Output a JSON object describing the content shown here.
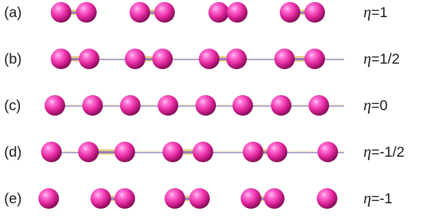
{
  "colors": {
    "atom_highlight": "#ff9ae6",
    "atom_mid": "#e0259c",
    "atom_shadow": "#8a0c5a",
    "bond_gold": "#e8c878",
    "bond_lavender": "#8c7bc0",
    "chain_line": "#8e80c0",
    "text": "#1a1a1a"
  },
  "rows": [
    {
      "id": "a",
      "tag": "(a)",
      "eta_symbol": "η",
      "eta_value": "=1",
      "chain_line": false,
      "atom_positions": [
        89,
        126,
        204,
        240,
        319,
        346,
        423,
        459
      ],
      "bonds": [
        [
          0,
          1
        ],
        [
          2,
          3
        ],
        [
          4,
          5
        ],
        [
          6,
          7
        ]
      ]
    },
    {
      "id": "b",
      "tag": "(b)",
      "eta_symbol": "η",
      "eta_value": "=1/2",
      "chain_line": true,
      "atom_positions": [
        89,
        130,
        197,
        237,
        305,
        345,
        415,
        459
      ],
      "bonds": [
        [
          0,
          1
        ],
        [
          2,
          3
        ],
        [
          4,
          5
        ],
        [
          6,
          7
        ]
      ]
    },
    {
      "id": "c",
      "tag": "(c)",
      "eta_symbol": "η",
      "eta_value": "=0",
      "chain_line": true,
      "atom_positions": [
        80,
        135,
        190,
        245,
        300,
        354,
        410,
        465
      ],
      "bonds": []
    },
    {
      "id": "d",
      "tag": "(d)",
      "eta_symbol": "η",
      "eta_value": "=-1/2",
      "chain_line": true,
      "atom_positions": [
        75,
        129,
        182,
        252,
        296,
        369,
        404,
        478
      ],
      "bonds": [
        [
          1,
          2
        ],
        [
          3,
          4
        ],
        [
          5,
          6
        ]
      ]
    },
    {
      "id": "e",
      "tag": "(e)",
      "eta_symbol": "η",
      "eta_value": "=-1",
      "chain_line": false,
      "atom_positions": [
        71,
        147,
        182,
        255,
        291,
        366,
        400,
        477
      ],
      "bonds": [
        [
          1,
          2
        ],
        [
          3,
          4
        ],
        [
          5,
          6
        ]
      ]
    }
  ]
}
